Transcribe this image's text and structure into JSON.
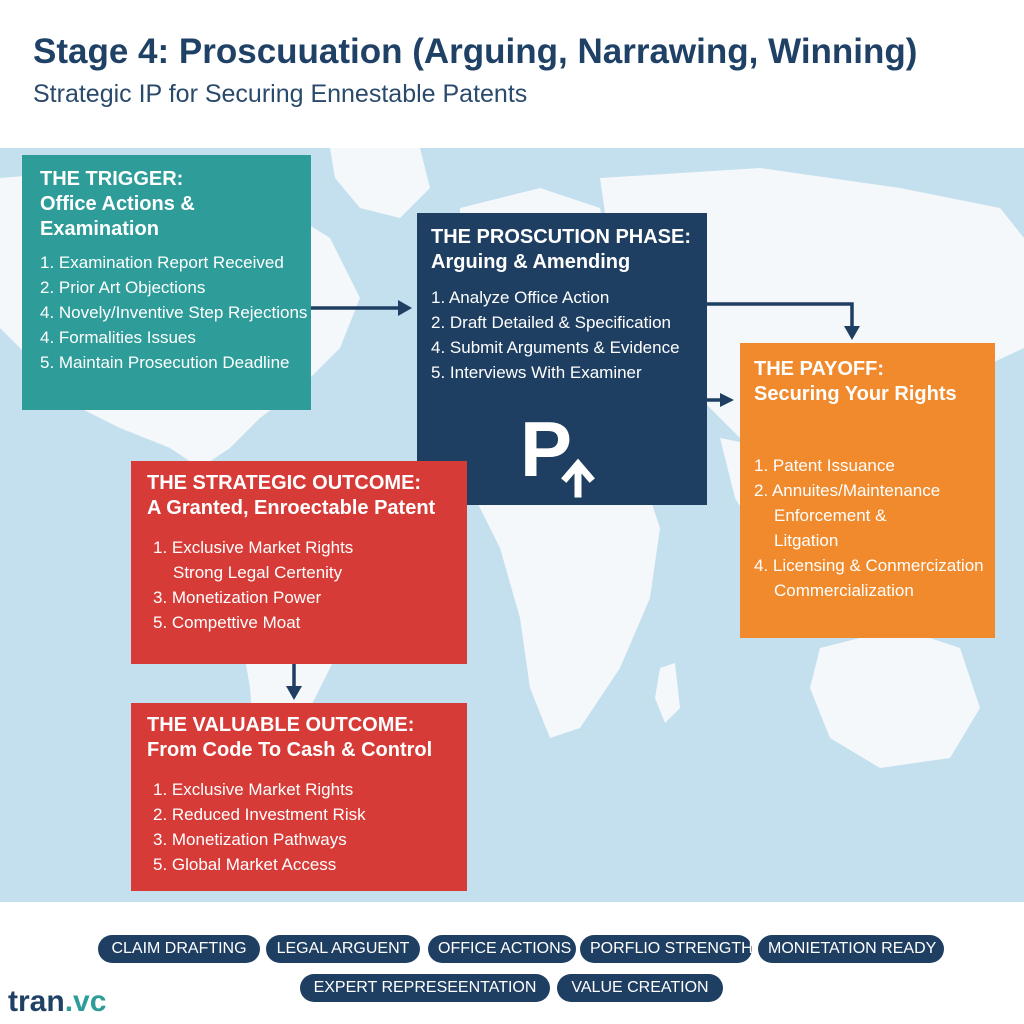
{
  "header": {
    "title": "Stage 4: Proscuuation (Arguing, Narrawing, Winning)",
    "subtitle": "Strategic IP for Securing Ennestable Patents"
  },
  "trigger": {
    "heading_line1": "THE TRIGGER:",
    "heading_line2": "Office Actions &",
    "heading_line3": "Examination",
    "items": [
      "1. Examination Report Received",
      "2. Prior Art Objections",
      "4. Novely/Inventive Step Rejections",
      "4. Formalities Issues",
      "5. Maintain Prosecution Deadline"
    ]
  },
  "phase": {
    "heading_line1": "THE PROSCUTION PHASE:",
    "heading_line2": "Arguing & Amending",
    "items": [
      "1. Analyze Office Action",
      "2. Draft Detailed & Specification",
      "4. Submit Arguments & Evidence",
      "5. Interviews With Examiner"
    ],
    "logo_letter": "P"
  },
  "payoff": {
    "heading_line1": "THE PAYOFF:",
    "heading_line2": "Securing Your Rights",
    "items": [
      "1. Patent Issuance",
      "2. Annuites/Maintenance",
      "Enforcement &",
      "Litgation",
      "4. Licensing & Conmercization",
      "Commercialization"
    ]
  },
  "strategic": {
    "heading_line1": "THE STRATEGIC OUTCOME:",
    "heading_line2": "A Granted, Enroectable Patent",
    "items": [
      "1. Exclusive Market Rights",
      "Strong Legal Certenity",
      "3. Monetization Power",
      "5. Compettive Moat"
    ]
  },
  "valuable": {
    "heading_line1": "THE VALUABLE OUTCOME:",
    "heading_line2": "From Code To Cash & Control",
    "items": [
      "1. Exclusive Market Rights",
      "2. Reduced Investment Risk",
      "3. Monetization Pathways",
      "5. Global Market Access"
    ]
  },
  "tags": {
    "row1": [
      "CLAIM DRAFTING",
      "LEGAL ARGUENT",
      "OFFICE ACTIONS",
      "PORFLIO STRENGTH",
      "MONIETATION READY"
    ],
    "row2": [
      "EXPERT REPRESEENTATION",
      "VALUE CREATION"
    ]
  },
  "brand": {
    "name_part1": "tran",
    "name_part2": ".vc"
  },
  "colors": {
    "navy": "#1f3f62",
    "teal": "#2e9d9a",
    "orange": "#f08a2c",
    "red": "#d63b37",
    "map_water": "#c4dfee",
    "map_land": "#f4f8fb"
  }
}
